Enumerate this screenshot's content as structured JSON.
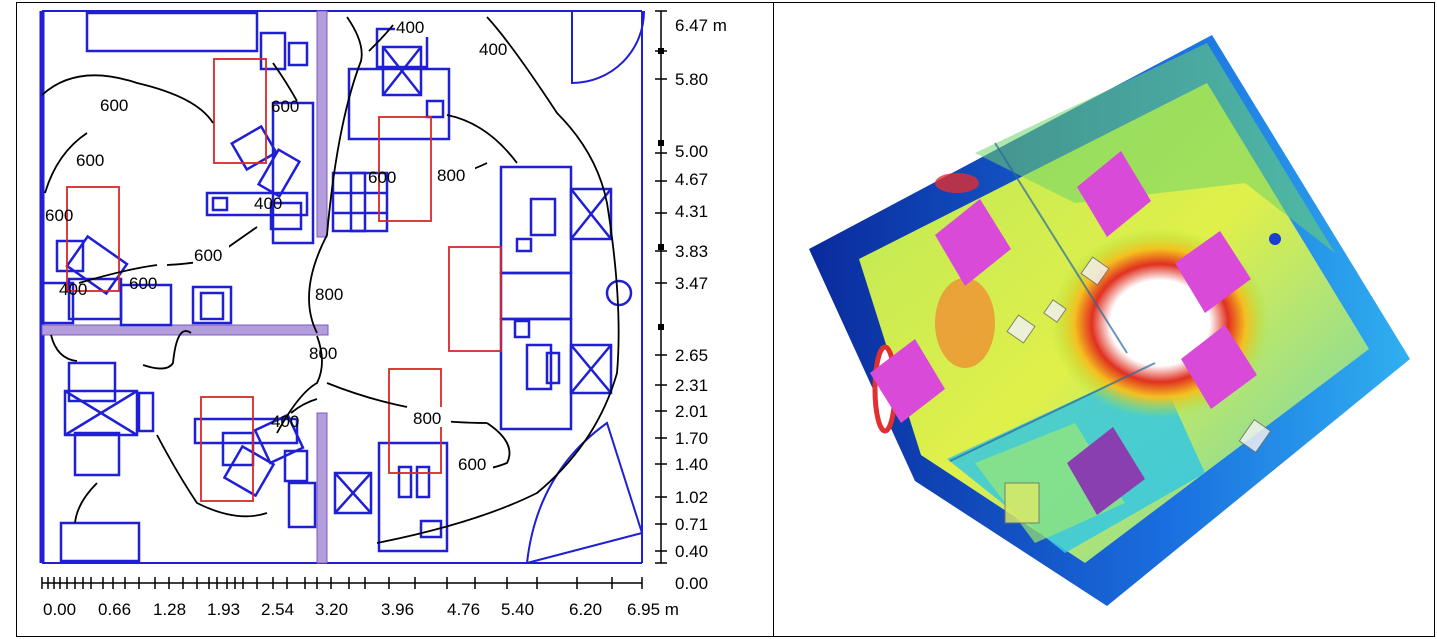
{
  "units": "m",
  "y_scale": {
    "top_label": "6.47 m",
    "ticks": [
      "5.80",
      "5.00",
      "4.67",
      "4.31",
      "3.83",
      "3.47",
      "2.65",
      "2.31",
      "2.01",
      "1.70",
      "1.40",
      "1.02",
      "0.71",
      "0.40",
      "0.00"
    ]
  },
  "x_scale": {
    "ticks": [
      "0.00",
      "0.66",
      "1.28",
      "1.93",
      "2.54",
      "3.20",
      "3.96",
      "4.76",
      "5.40",
      "6.20"
    ],
    "last_label": "6.95 m"
  },
  "contour_labels": [
    {
      "id": "c400-top",
      "text": "400"
    },
    {
      "id": "c400-right",
      "text": "400"
    },
    {
      "id": "c600-a",
      "text": "600"
    },
    {
      "id": "c600-b",
      "text": "600"
    },
    {
      "id": "c600-c",
      "text": "600"
    },
    {
      "id": "c600-d",
      "text": "600"
    },
    {
      "id": "c600-e",
      "text": "600"
    },
    {
      "id": "c400-mid",
      "text": "400"
    },
    {
      "id": "c600-f",
      "text": "600"
    },
    {
      "id": "c400-g",
      "text": "400"
    },
    {
      "id": "c800-a",
      "text": "800"
    },
    {
      "id": "c800-b",
      "text": "800"
    },
    {
      "id": "c800-c",
      "text": "800"
    },
    {
      "id": "c800-d",
      "text": "800"
    },
    {
      "id": "c400-h",
      "text": "400"
    },
    {
      "id": "c600-g",
      "text": "600"
    },
    {
      "id": "c600-h",
      "text": "600"
    }
  ],
  "colors": {
    "walls": "#1f1fd6",
    "partitions": "#b39ddb",
    "luminaires": "#d62828",
    "contours": "#000000",
    "fc_blue": "#1a3fcf",
    "fc_green": "#a8e23a",
    "fc_magenta": "#d94ad9",
    "fc_white": "#ffffff"
  }
}
